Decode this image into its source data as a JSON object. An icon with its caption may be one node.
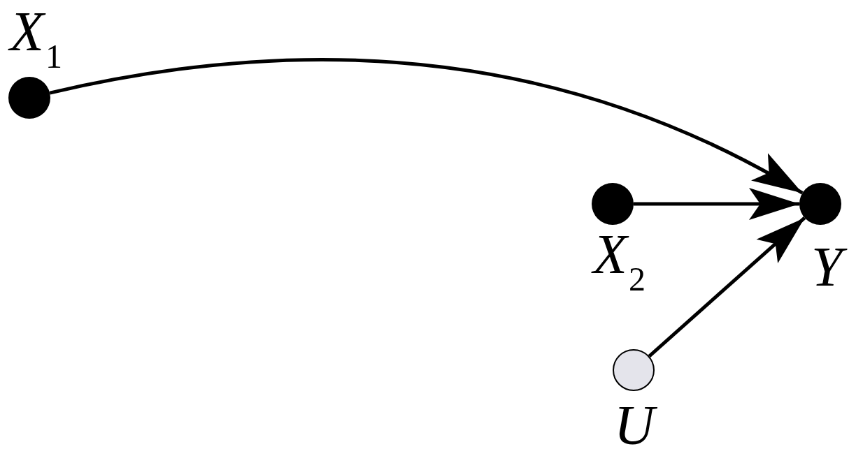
{
  "diagram": {
    "nodes": [
      {
        "text": [],
        "shape": "circle",
        "beside": [
          "X$_{1}$"
        ]
      },
      {
        "text": [],
        "shape": "circle",
        "beside": [
          "X$_{2}$"
        ]
      },
      {
        "text": [],
        "shape": "circle",
        "beside": [
          "Y"
        ]
      },
      {
        "text": [],
        "shape": "circle",
        "beside": [
          "U"
        ]
      }
    ],
    "edges": [
      {
        "from": 0,
        "to": 2,
        "arrow": "to"
      },
      {
        "from": 1,
        "to": 2,
        "arrow": "to"
      },
      {
        "from": 3,
        "to": 2,
        "arrow": "to"
      }
    ]
  }
}
